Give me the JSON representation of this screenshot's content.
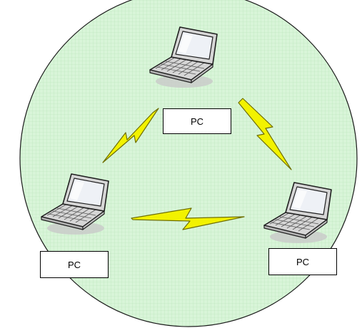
{
  "network": {
    "nodes": [
      {
        "label": "PC",
        "icon": "laptop-icon"
      },
      {
        "label": "PC",
        "icon": "laptop-icon"
      },
      {
        "label": "PC",
        "icon": "laptop-icon"
      }
    ],
    "links": [
      {
        "from": 0,
        "to": 1,
        "icon": "lightning-bolt-icon"
      },
      {
        "from": 0,
        "to": 2,
        "icon": "lightning-bolt-icon"
      },
      {
        "from": 1,
        "to": 2,
        "icon": "lightning-bolt-icon"
      }
    ]
  },
  "colors": {
    "zone_fill": "#d8f5d8",
    "zone_grid": "#b9e2b9",
    "zone_border": "#1a1a1a",
    "bolt_fill": "#f2f200",
    "bolt_stroke": "#6e6e00",
    "laptop_body": "#d6d6d6",
    "laptop_screen": "#eef1f6",
    "laptop_outline": "#202020",
    "shadow": "#c9c9c9"
  }
}
